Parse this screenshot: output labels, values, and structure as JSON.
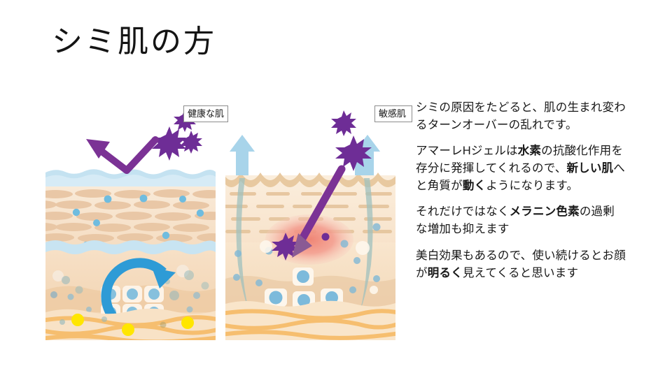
{
  "page": {
    "title": "シミ肌の方",
    "background_color": "#ffffff"
  },
  "diagram": {
    "panels": [
      {
        "id": "healthy",
        "label": "健康な肌",
        "description": "健康な肌の断面図：紫外線・メラニンが跳ね返され、ターンオーバーが正常に循環している",
        "label_clipped": false
      },
      {
        "id": "sensitive",
        "label": "敏感肌",
        "description": "敏感肌の断面図：紫外線が角層を貫通し炎症を起こし、水分が蒸発している",
        "label_clipped": true
      }
    ],
    "colors": {
      "uv_particle_purple": "#6e2d96",
      "arrow_purple": "#7b3295",
      "turnover_arrow_blue": "#2e9bd6",
      "moisture_arrow_blue": "#a8d4ea",
      "moisture_layer_blue": "#bfe0f0",
      "skin_light": "#f7e3cc",
      "skin_mid": "#f2d6b6",
      "skin_deep": "#eccba6",
      "cell_nucleus_blue": "#86c0dd",
      "collagen_orange": "#f6b860",
      "highlight_yellow": "#ffe600",
      "inflammation_red": "#ef8878",
      "barrier_tan": "#e8c9a0"
    }
  },
  "body_text": {
    "paragraphs": [
      {
        "id": "p1",
        "runs": [
          {
            "text": "シミの原因をたどると、肌の生まれ変わるターンオーバーの乱れです。",
            "bold": false
          }
        ]
      },
      {
        "id": "p2",
        "runs": [
          {
            "text": "アマーレHジェルは",
            "bold": false
          },
          {
            "text": "水素",
            "bold": true
          },
          {
            "text": "の抗酸化作用を存分に発揮してくれるので、",
            "bold": false
          },
          {
            "text": "新しい肌",
            "bold": true
          },
          {
            "text": "へと角質が",
            "bold": false
          },
          {
            "text": "動く",
            "bold": true
          },
          {
            "text": "ようになります。",
            "bold": false
          }
        ]
      },
      {
        "id": "p3",
        "runs": [
          {
            "text": "それだけではなく",
            "bold": false
          },
          {
            "text": "メラニン色素",
            "bold": true
          },
          {
            "text": "の過剰な増加も抑えます",
            "bold": false
          }
        ]
      },
      {
        "id": "p4",
        "runs": [
          {
            "text": "美白効果もあるので、使い続けるとお顔が",
            "bold": false
          },
          {
            "text": "明るく",
            "bold": true
          },
          {
            "text": "見えてくると思います",
            "bold": false
          }
        ]
      }
    ]
  }
}
